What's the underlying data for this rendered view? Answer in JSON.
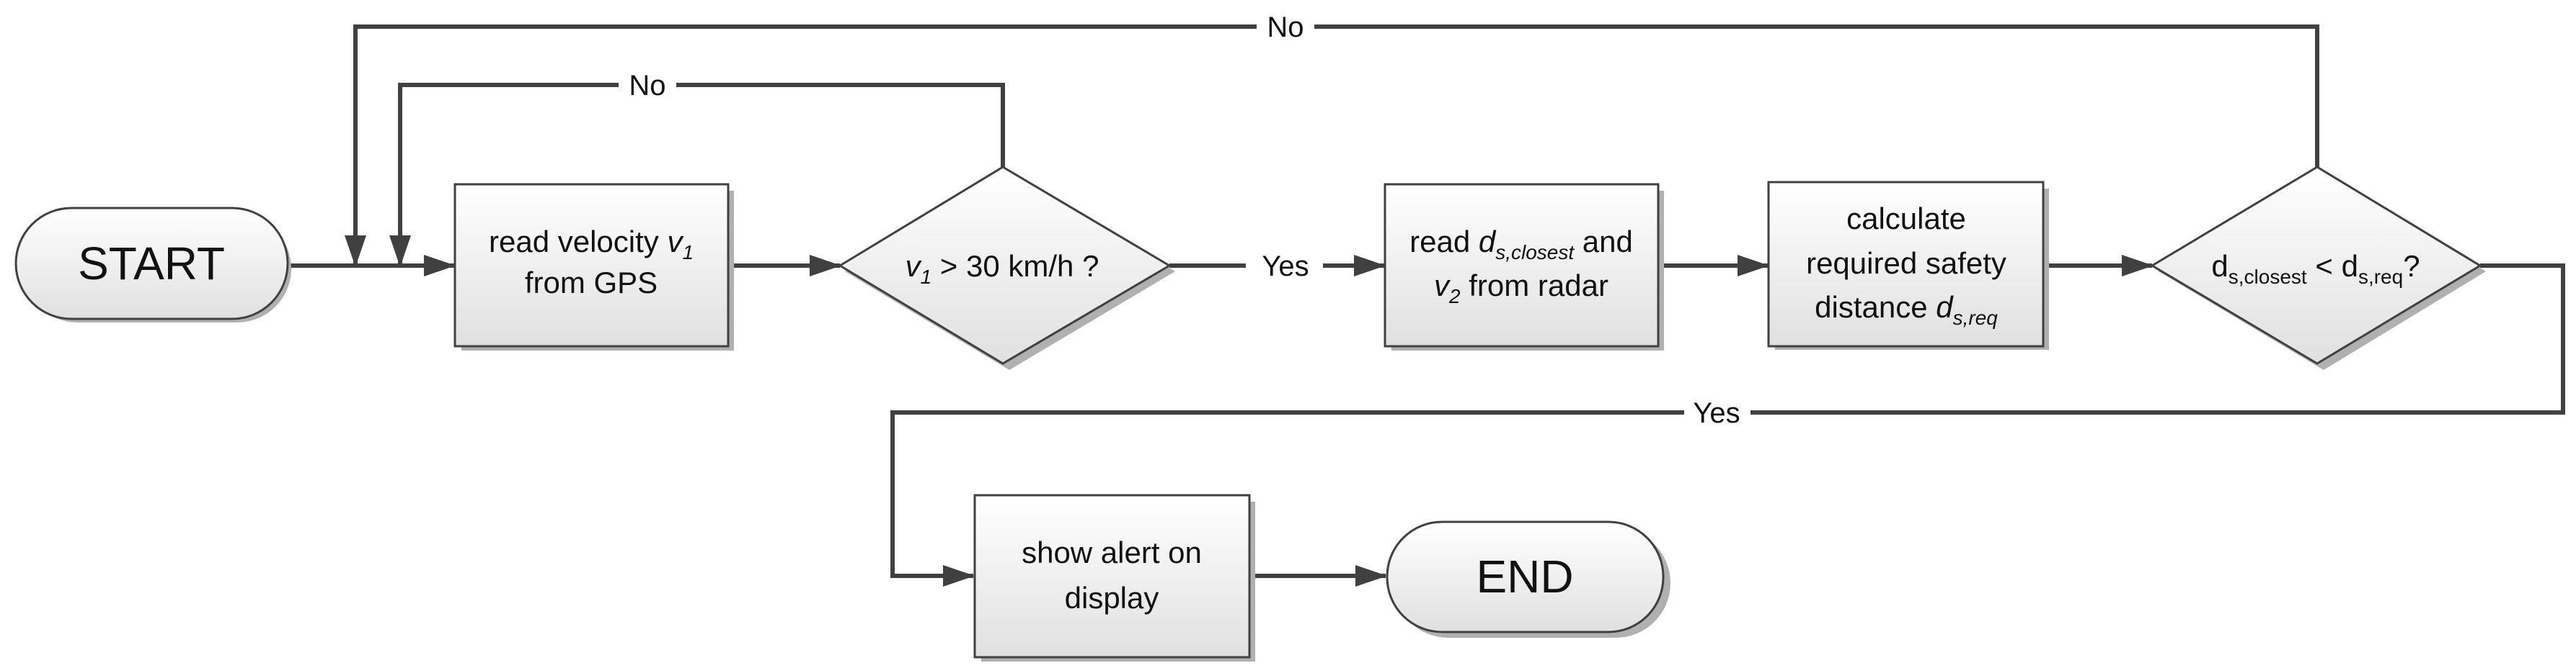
{
  "colors": {
    "line": "#404040",
    "shape_fill_top": "#ffffff",
    "shape_fill_bottom": "#e0e0e0",
    "shadow": "#b0b0b0",
    "text": "#111111"
  },
  "nodes": {
    "start": {
      "label": "START"
    },
    "read_velocity": {
      "line1": "read velocity ",
      "line1_var": "v",
      "line1_sub": "1",
      "line2": "from GPS"
    },
    "speed_check": {
      "var": "v",
      "sub": "1",
      "rest": " > 30 km/h ?"
    },
    "read_radar": {
      "line1": "read ",
      "line1_var": "d",
      "line1_sub": "s,closest",
      "line1_rest": " and",
      "line2_var": "v",
      "line2_sub": "2",
      "line2_rest": " from radar"
    },
    "calc_safety": {
      "line1": "calculate",
      "line2": "required safety",
      "line3": "distance ",
      "line3_var": "d",
      "line3_sub": "s,req"
    },
    "distance_check": {
      "d1": "d",
      "sub1": "s,closest",
      "op": " < ",
      "d2": "d",
      "sub2": "s,req",
      "end": "?"
    },
    "show_alert": {
      "line1": "show alert on",
      "line2": "display"
    },
    "end": {
      "label": "END"
    }
  },
  "edges": {
    "speed_no": "No",
    "speed_yes": "Yes",
    "distance_no": "No",
    "distance_yes": "Yes"
  }
}
